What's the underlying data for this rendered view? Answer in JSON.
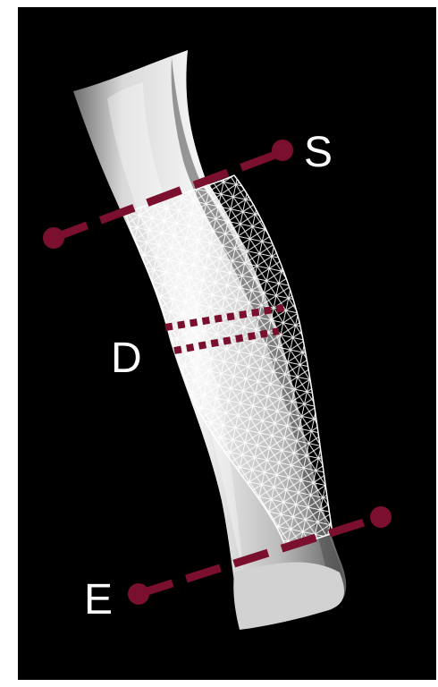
{
  "labels": {
    "start": "S",
    "defect": "D",
    "end": "E"
  },
  "colors": {
    "background": "#000000",
    "frame": "#ffffff",
    "marker": "#7a0f2e",
    "label": "#ffffff",
    "bone_light": "#e8e8e8",
    "bone_dark": "#8a8a8a",
    "mesh": "#ffffff"
  }
}
